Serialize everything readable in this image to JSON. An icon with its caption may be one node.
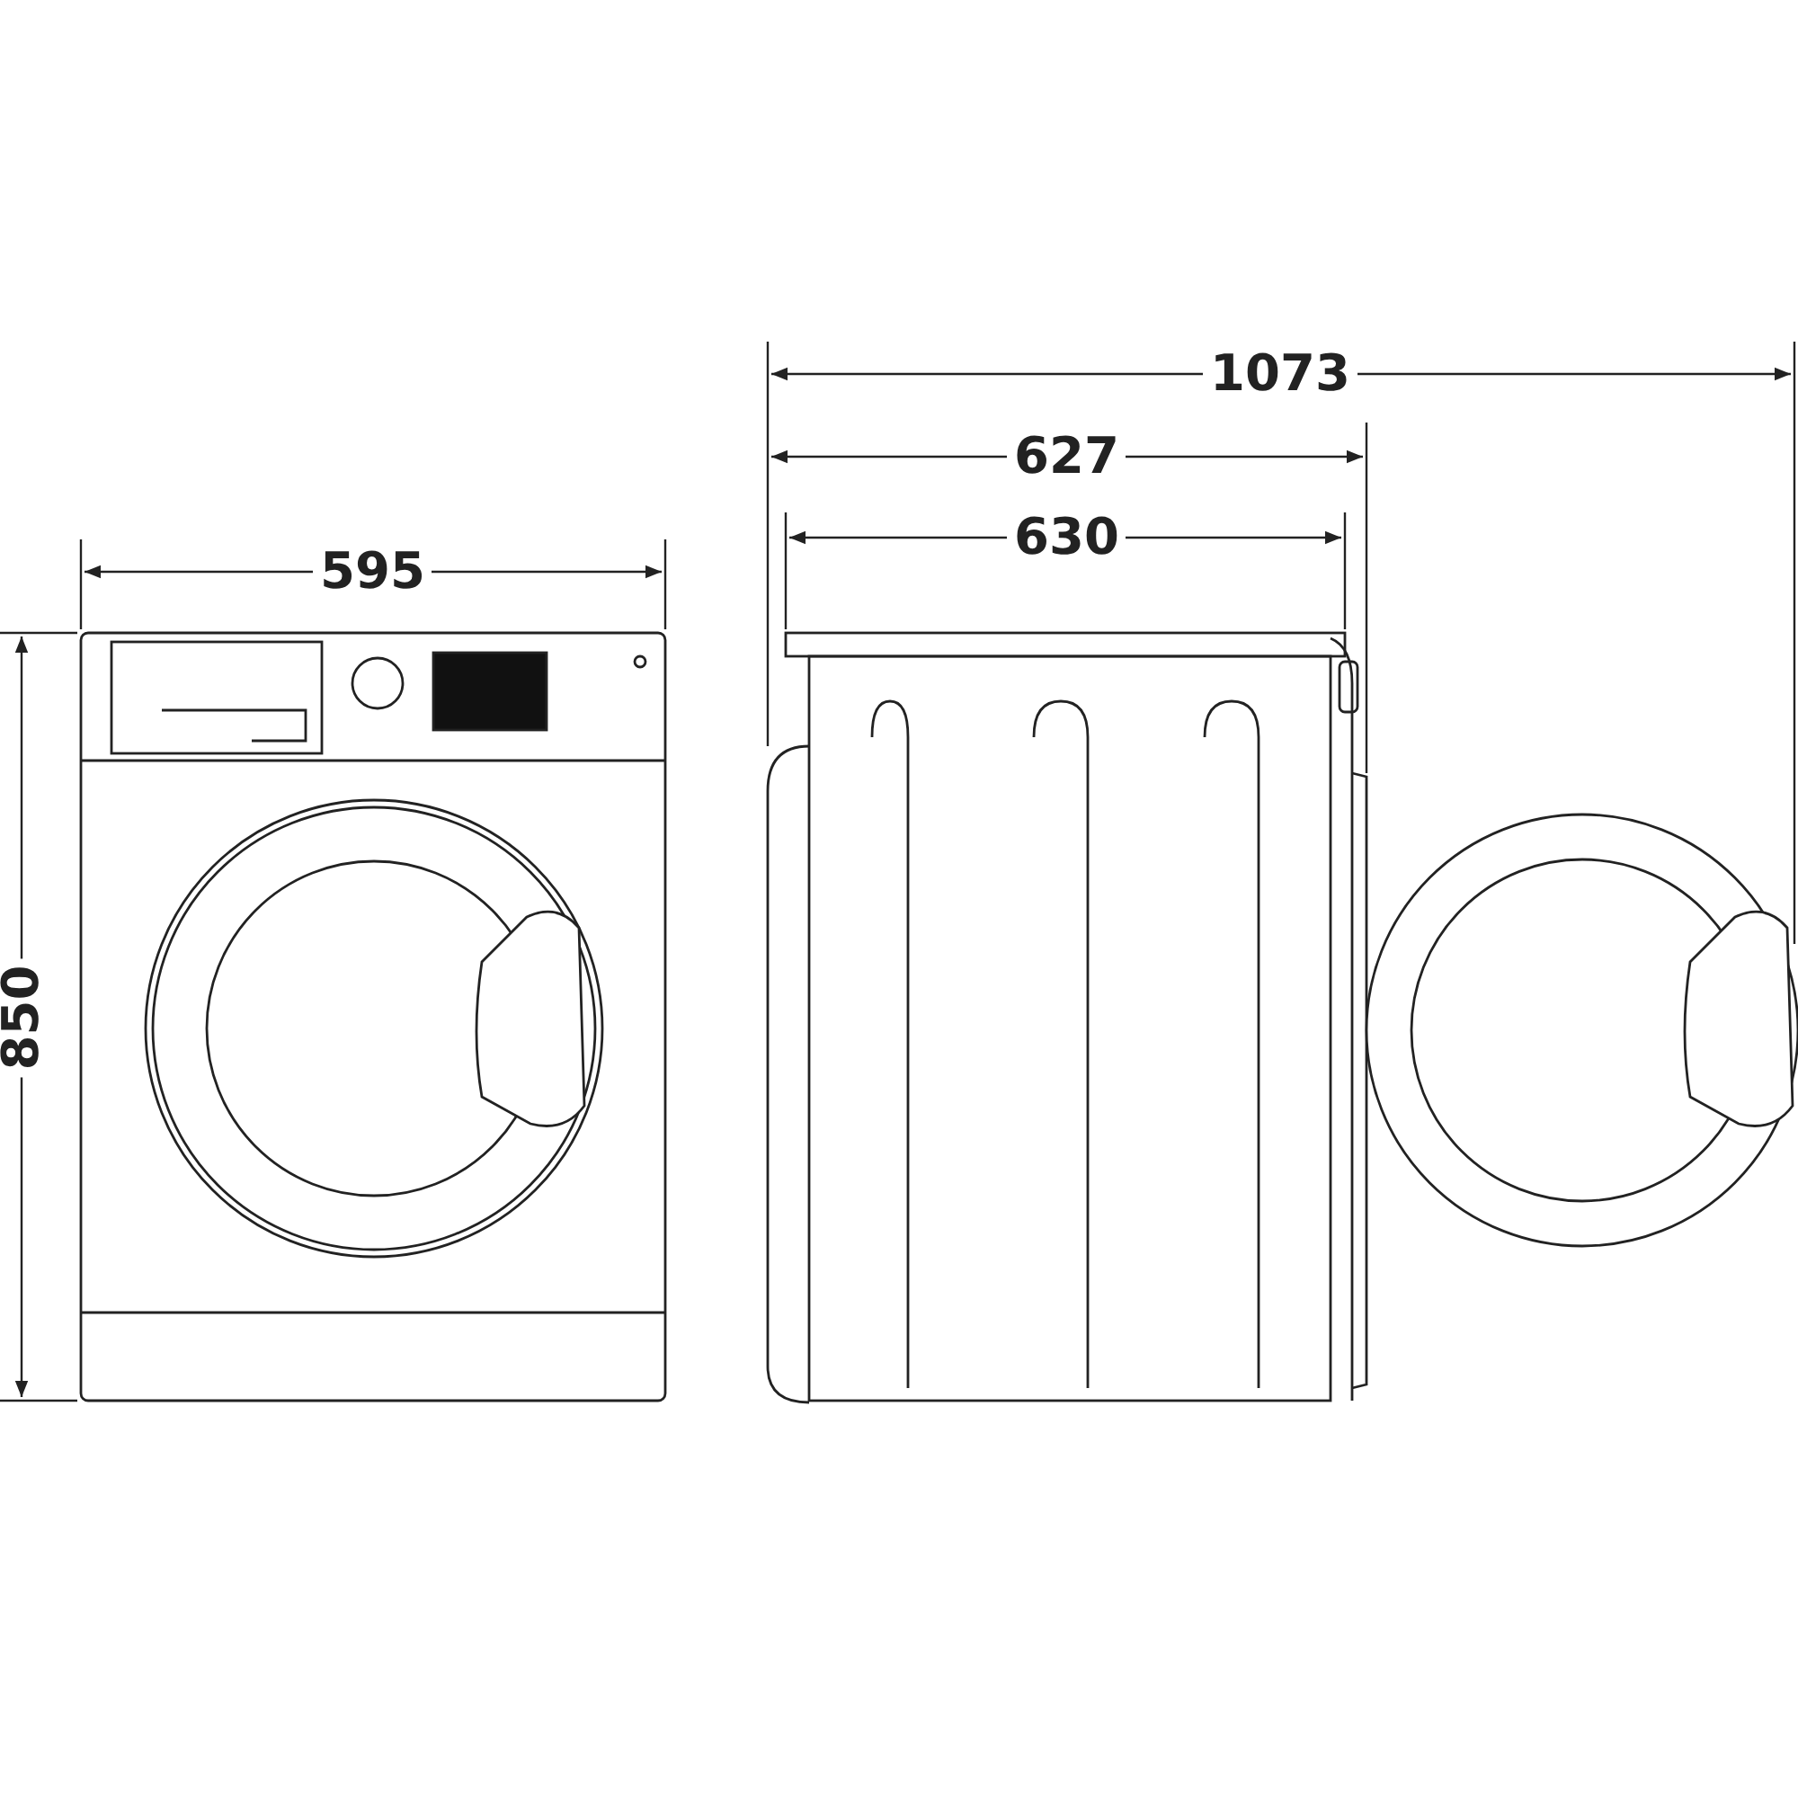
{
  "diagram": {
    "labels": [
      "1073",
      "627",
      "630",
      "595",
      "850"
    ]
  }
}
